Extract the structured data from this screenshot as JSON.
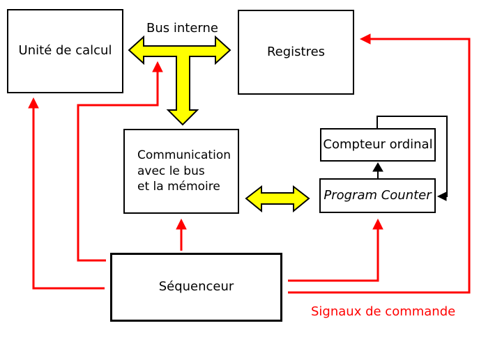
{
  "colors": {
    "red": "#ff0000",
    "yellow": "#ffff00",
    "ink": "#000000",
    "background": "#ffffff"
  },
  "labels": {
    "bus_interne": "Bus interne",
    "signaux_commande": "Signaux de commande"
  },
  "boxes": {
    "unite_calcul": {
      "label": "Unité de calcul"
    },
    "registres": {
      "label": "Registres"
    },
    "communication": {
      "lines": [
        "Communication",
        "avec le bus",
        "et la mémoire"
      ]
    },
    "compteur_ordinal": {
      "label": "Compteur ordinal"
    },
    "program_counter": {
      "label": "Program Counter"
    },
    "sequenceur": {
      "label": "Séquenceur"
    }
  }
}
